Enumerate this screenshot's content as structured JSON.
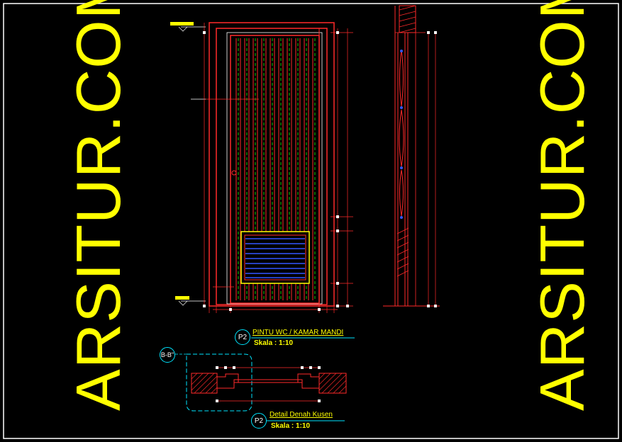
{
  "watermark": "ARSITUR.COM",
  "drawing_title": {
    "tag": "P2",
    "title": "PINTU WC / KAMAR MANDI",
    "scale": "Skala : 1:10"
  },
  "detail_title": {
    "tag": "P2",
    "title": "Detail Denah Kusen",
    "scale": "Skala : 1:10"
  },
  "section_mark": "B-B\"",
  "colors": {
    "background": "#000000",
    "line_red": "#ff2a2a",
    "line_yellow": "#ffff00",
    "line_green": "#00ff00",
    "line_cyan": "#00e5ff",
    "line_white": "#ffffff",
    "line_blue": "#3355ff"
  }
}
